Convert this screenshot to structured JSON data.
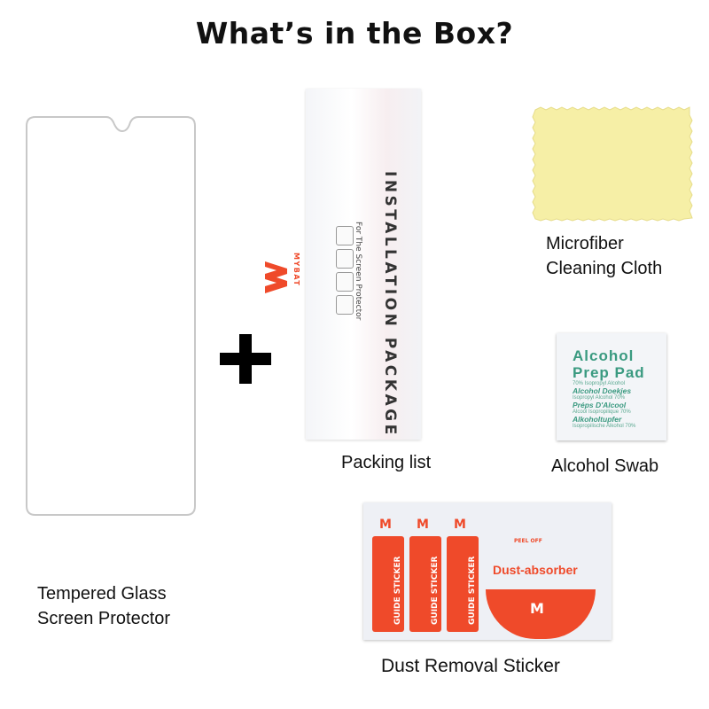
{
  "title": "What’s in the Box?",
  "items": {
    "glass": {
      "line1": "Tempered Glass",
      "line2": "Screen Protector"
    },
    "packing": {
      "label": "Packing list",
      "package_title": "INSTALLATION PACKAGE",
      "package_subtitle": "For The Screen Protector",
      "brand": "MYBAT"
    },
    "cloth": {
      "line1": "Microfiber",
      "line2": "Cleaning Cloth"
    },
    "swab": {
      "label": "Alcohol Swab",
      "pad_title1": "Alcohol",
      "pad_title2": "Prep Pad",
      "pad_lines": [
        "70% Isopropyl Alcohol",
        "Alcohol Doekjes",
        "Isopropyl Alcohol 70%",
        "Préps D'Alcool",
        "Alcool Isopropilique 70%",
        "Alkoholtupfer",
        "Isopropilische Alkohol 70%"
      ]
    },
    "dust": {
      "label": "Dust Removal Sticker",
      "guide": "GUIDE STICKER",
      "peel": "PEEL OFF",
      "absorber": "Dust-absorber"
    }
  },
  "colors": {
    "brand_red": "#ef4a2a",
    "cloth": "#f6efa6",
    "pad_text": "#3a9a80"
  }
}
